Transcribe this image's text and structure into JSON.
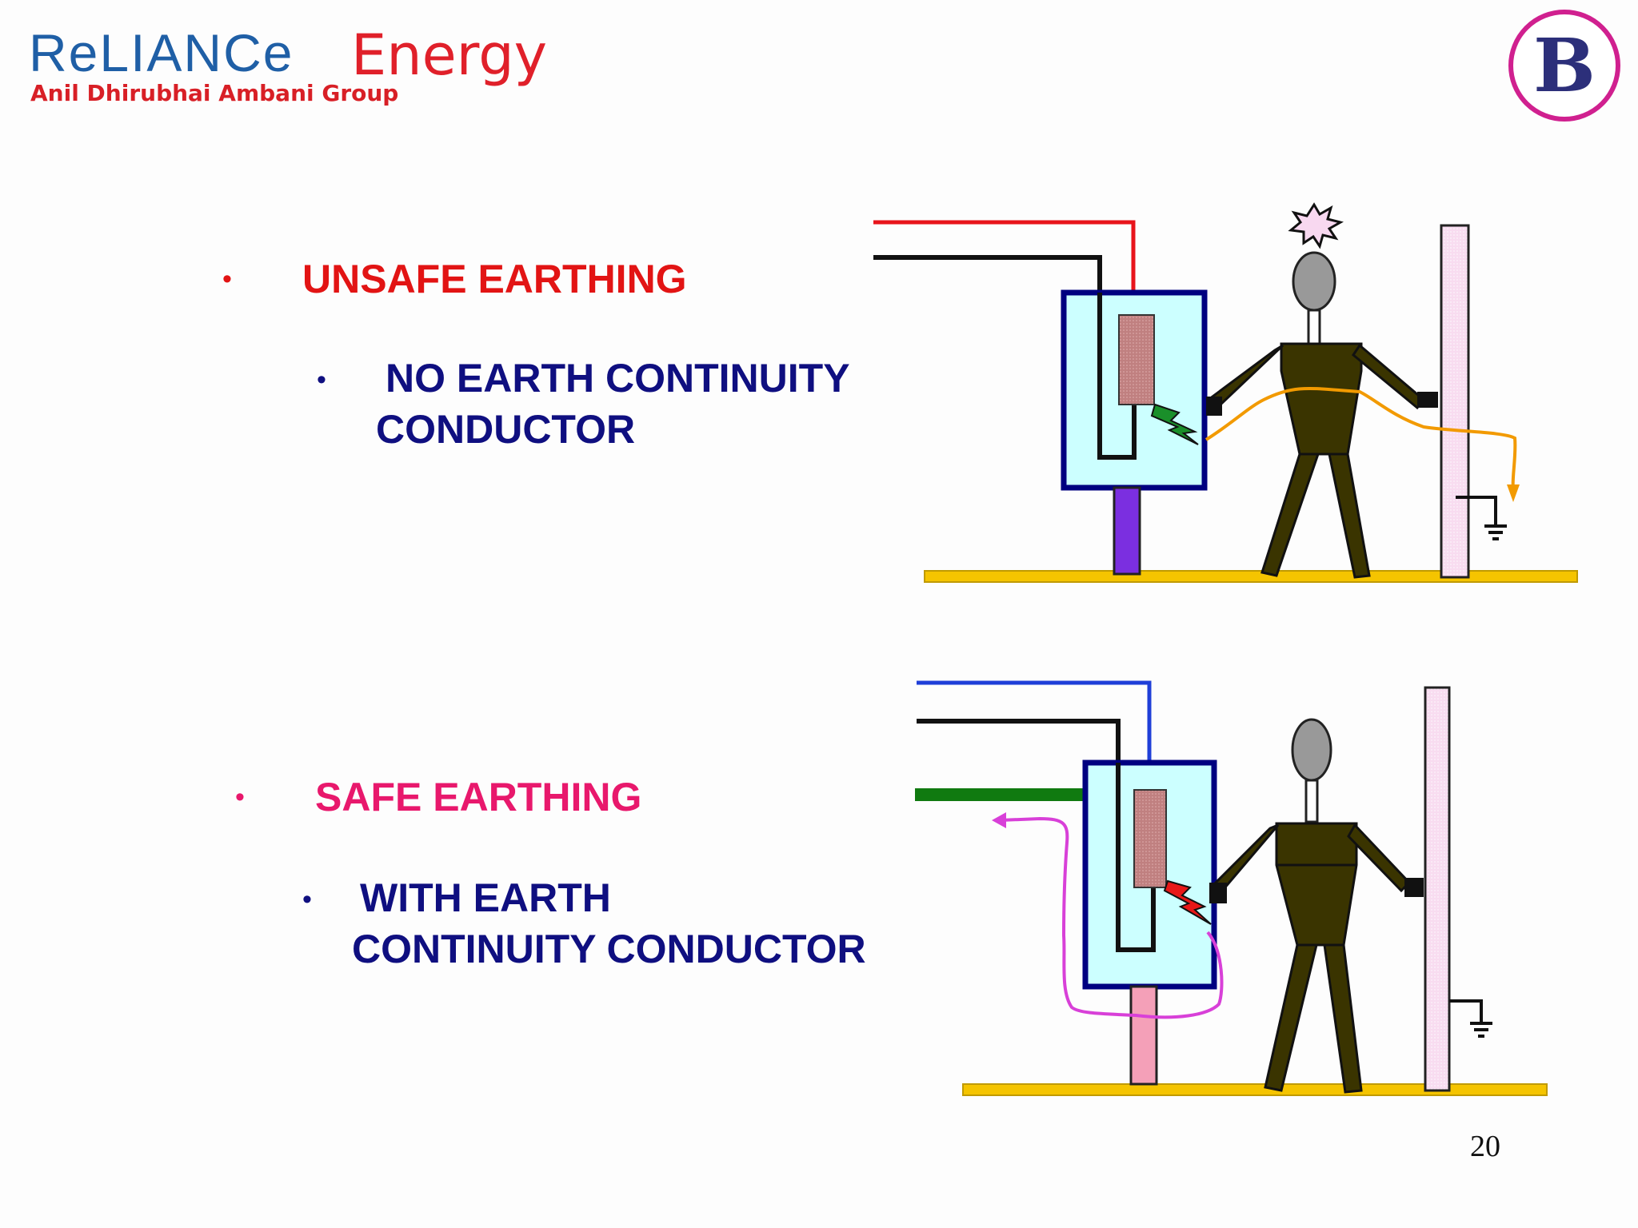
{
  "header": {
    "brand_primary": "ReLIANCe",
    "brand_secondary": "Energy",
    "group": "Anil Dhirubhai Ambani Group",
    "badge_letter": "B"
  },
  "sections": [
    {
      "title": "UNSAFE EARTHING",
      "sub_line1": "NO EARTH CONTINUITY",
      "sub_line2": "CONDUCTOR"
    },
    {
      "title": "SAFE EARTHING",
      "sub_line1": "WITH  EARTH",
      "sub_line2": "CONTINUITY CONDUCTOR"
    }
  ],
  "bullet_glyph": "•",
  "page_number": "20",
  "colors": {
    "unsafe_title": "#e21414",
    "safe_title": "#e8186c",
    "body_text": "#0f0f80",
    "ground": "#f5c400",
    "box_fill": "#ccffff",
    "box_border": "#000080"
  }
}
